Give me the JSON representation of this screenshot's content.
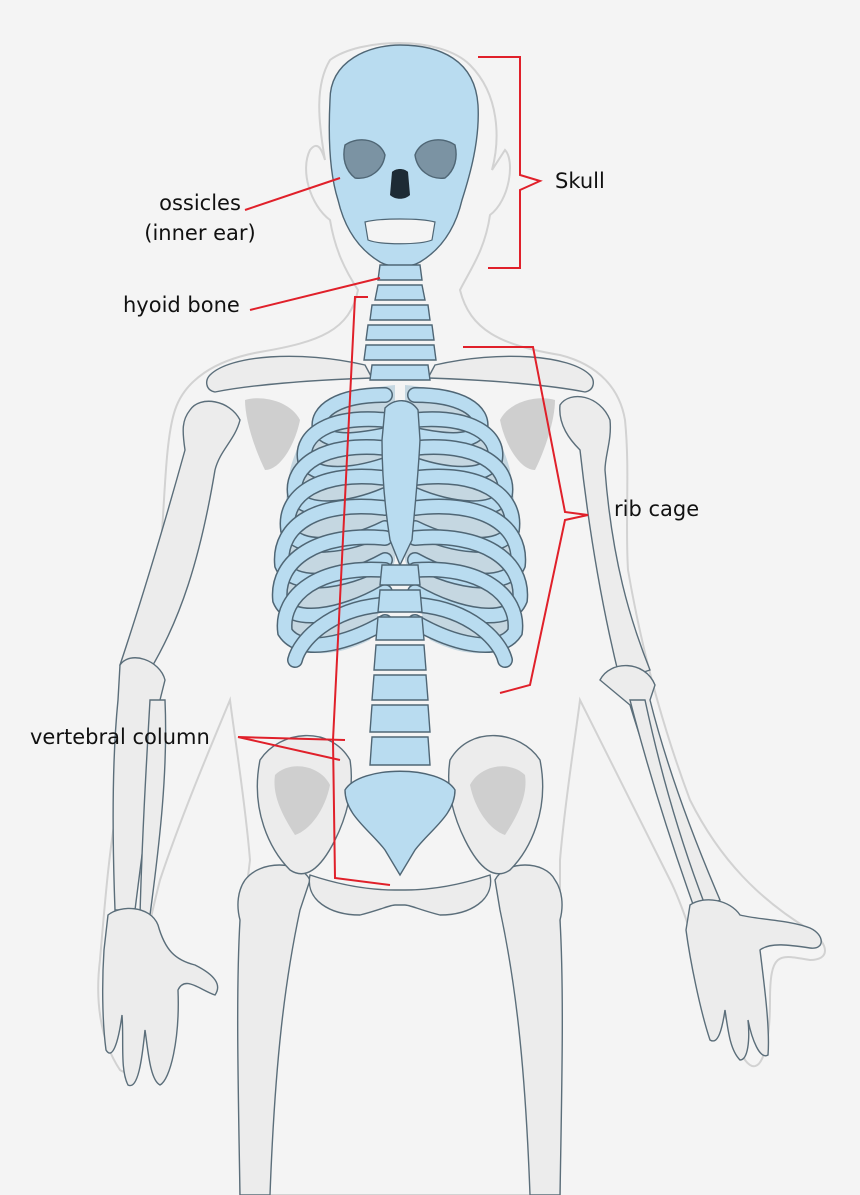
{
  "labels": {
    "skull": "Skull",
    "ossicles_line1": "ossicles",
    "ossicles_line2": "(inner ear)",
    "hyoid": "hyoid bone",
    "rib_cage": "rib cage",
    "vertebral_column": "vertebral column"
  },
  "colors": {
    "background": "#f4f4f4",
    "axial_bone": "#b9dcf0",
    "appendicular_bone": "#ededed",
    "bone_outline": "#5b6e7a",
    "body_outline": "#d2d2d2",
    "leader_line": "#e0202a"
  }
}
